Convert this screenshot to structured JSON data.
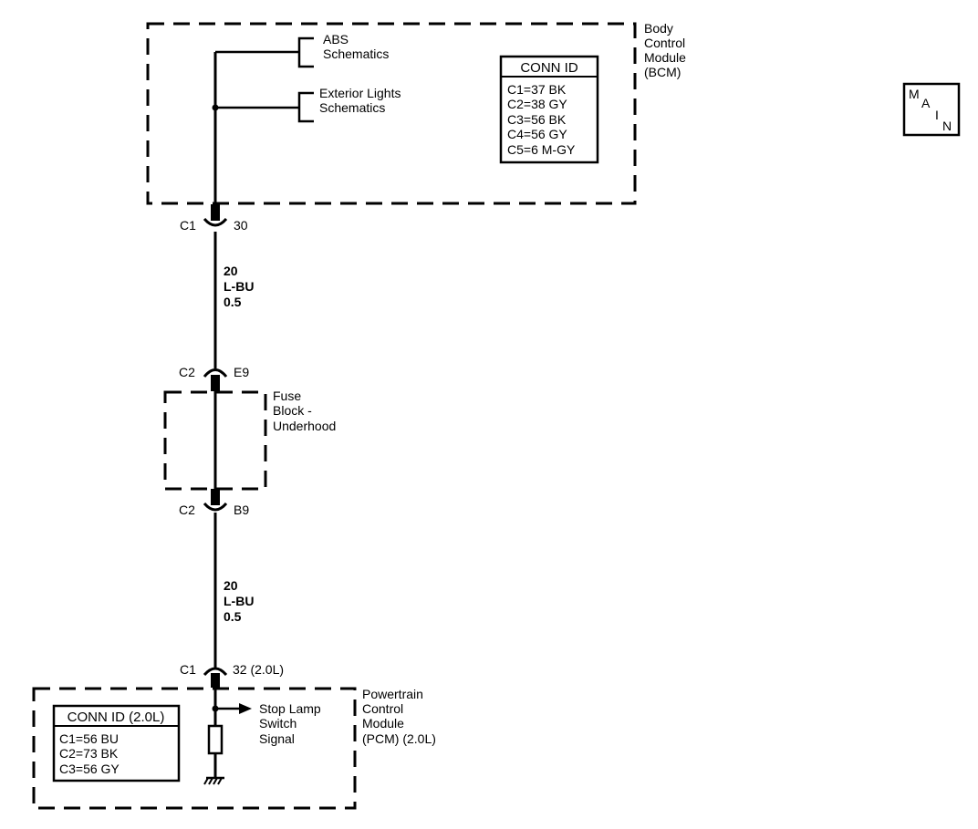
{
  "bcm": {
    "label": [
      "Body",
      "Control",
      "Module",
      "(BCM)"
    ],
    "conn_title": "CONN ID",
    "conn_rows": [
      "C1=37 BK",
      "C2=38 GY",
      "C3=56 BK",
      "C4=56 GY",
      "C5=6 M-GY"
    ]
  },
  "refs": {
    "abs": [
      "ABS",
      "Schematics"
    ],
    "exterior": [
      "Exterior Lights",
      "Schematics"
    ]
  },
  "connectors": {
    "bcm_c1": {
      "conn": "C1",
      "pin": "30"
    },
    "fuse_c2_top": {
      "conn": "C2",
      "pin": "E9"
    },
    "fuse_c2_bottom": {
      "conn": "C2",
      "pin": "B9"
    },
    "pcm_c1": {
      "conn": "C1",
      "pin": "32 (2.0L)"
    }
  },
  "wires": {
    "upper": [
      "20",
      "L-BU",
      "0.5"
    ],
    "lower": [
      "20",
      "L-BU",
      "0.5"
    ]
  },
  "fuse_block": {
    "label": [
      "Fuse",
      "Block -",
      "Underhood"
    ]
  },
  "pcm": {
    "label": [
      "Powertrain",
      "Control",
      "Module",
      "(PCM) (2.0L)"
    ],
    "conn_title": "CONN ID (2.0L)",
    "conn_rows": [
      "C1=56 BU",
      "C2=73 BK",
      "C3=56 GY"
    ],
    "signal": [
      "Stop Lamp",
      "Switch",
      "Signal"
    ]
  },
  "main_badge": {
    "letters": [
      "M",
      "A",
      "I",
      "N"
    ]
  }
}
